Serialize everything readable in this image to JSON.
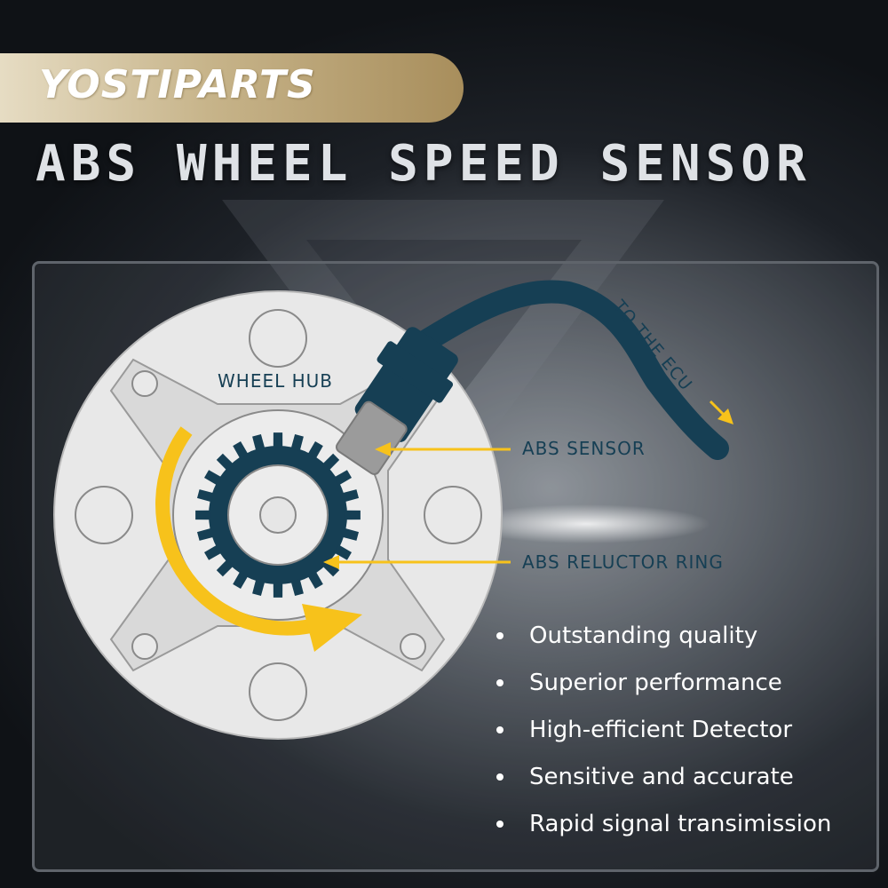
{
  "brand": {
    "name": "YOSTIPARTS"
  },
  "title": "ABS WHEEL SPEED SENSOR",
  "diagram": {
    "labels": {
      "wheel_hub": "WHEEL HUB",
      "to_ecu": "TO THE ECU",
      "abs_sensor": "ABS SENSOR",
      "reluctor_ring": "ABS RELUCTOR RING"
    },
    "reluctor_teeth": 24
  },
  "features": [
    "Outstanding quality",
    "Superior performance",
    "High-efficient Detector",
    "Sensitive and accurate",
    "Rapid signal transimission"
  ],
  "colors": {
    "cable": "#163f54",
    "arrow": "#f7c21b",
    "hub": "#e6e6e6",
    "gold_banner": "#c7b48a"
  }
}
